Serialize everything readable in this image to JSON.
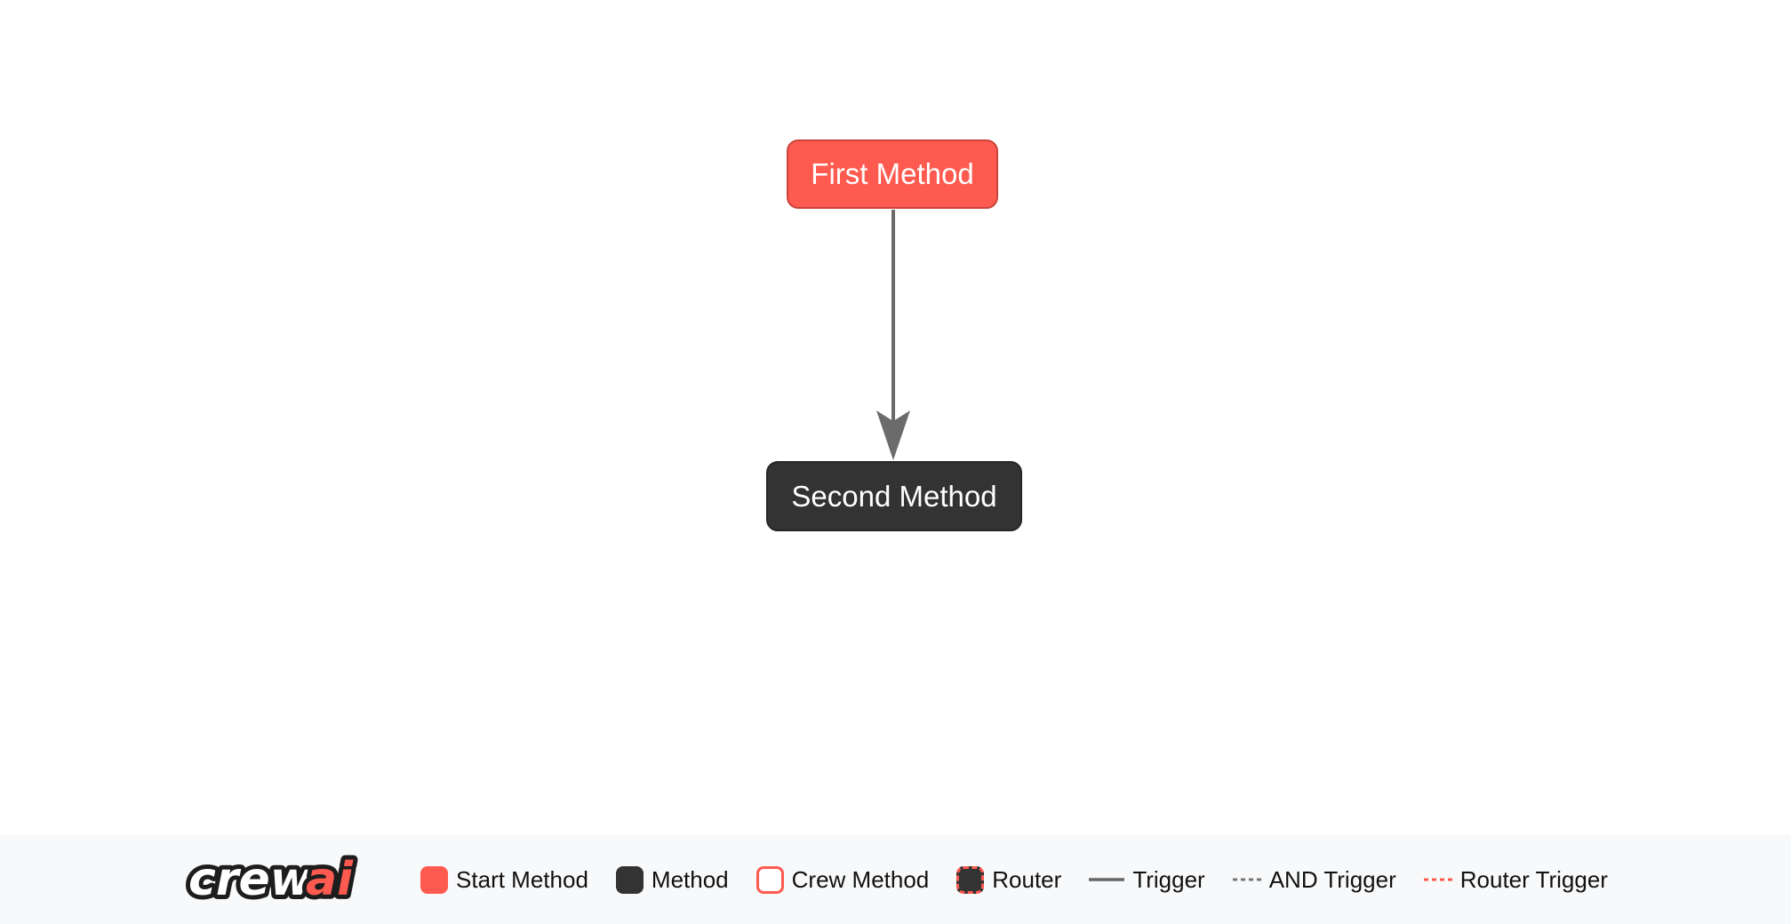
{
  "flow": {
    "nodes": [
      {
        "label": "First Method",
        "type": "start-method"
      },
      {
        "label": "Second Method",
        "type": "method"
      }
    ],
    "edges": [
      {
        "from": "First Method",
        "to": "Second Method",
        "type": "trigger"
      }
    ]
  },
  "legend": {
    "logo": {
      "crew": "crew",
      "ai": "ai"
    },
    "items": [
      {
        "label": "Start Method",
        "swatch": "start-box"
      },
      {
        "label": "Method",
        "swatch": "method-box"
      },
      {
        "label": "Crew Method",
        "swatch": "crew-method-box"
      },
      {
        "label": "Router",
        "swatch": "router-box"
      },
      {
        "label": "Trigger",
        "swatch": "solid-line"
      },
      {
        "label": "AND Trigger",
        "swatch": "dashed-line"
      },
      {
        "label": "Router Trigger",
        "swatch": "red-dashed-line"
      }
    ]
  },
  "colors": {
    "canvas_bg": "#FFFFFF",
    "start_method": "#FF5A50",
    "start_method_border": "#C9443B",
    "method": "#333333",
    "edge": "#6B6B6B",
    "router_trigger": "#FF5A50",
    "footer_bg": "#F8F9FA",
    "legend_text": "#111111",
    "node_text": "#FFFFFF"
  }
}
